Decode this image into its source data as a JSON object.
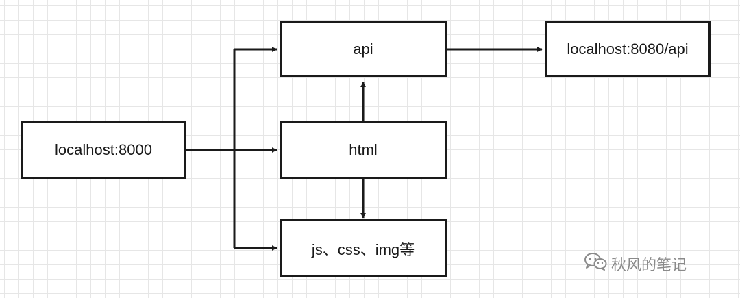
{
  "nodes": {
    "source": "localhost:8000",
    "api": "api",
    "html": "html",
    "static": "js、css、img等",
    "target": "localhost:8080/api"
  },
  "watermark": {
    "text": "秋风的笔记",
    "icon": "wechat-icon"
  },
  "colors": {
    "line": "#1a1a1a",
    "grid": "#e6e6e6",
    "watermark": "#8a8a8a"
  }
}
